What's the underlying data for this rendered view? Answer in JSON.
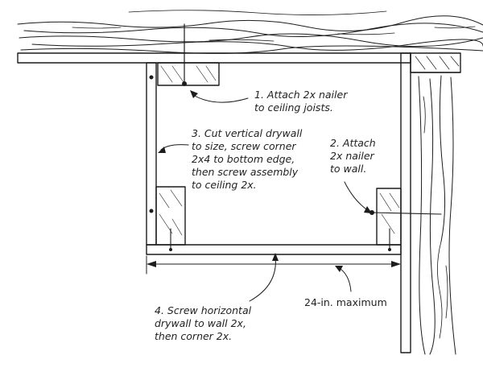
{
  "steps": {
    "step1": [
      "1. Attach 2x nailer",
      "to ceiling joists."
    ],
    "step2": [
      "2. Attach",
      "2x nailer",
      "to wall."
    ],
    "step3": [
      "3. Cut vertical drywall",
      "to size, screw corner",
      "2x4 to bottom edge,",
      "then screw assembly",
      "to ceiling 2x."
    ],
    "step4": [
      "4. Screw horizontal",
      "drywall to wall 2x,",
      "then corner 2x."
    ]
  },
  "dimension": "24-in. maximum",
  "colors": {
    "ink": "#1c1c1c",
    "background": "#ffffff"
  }
}
